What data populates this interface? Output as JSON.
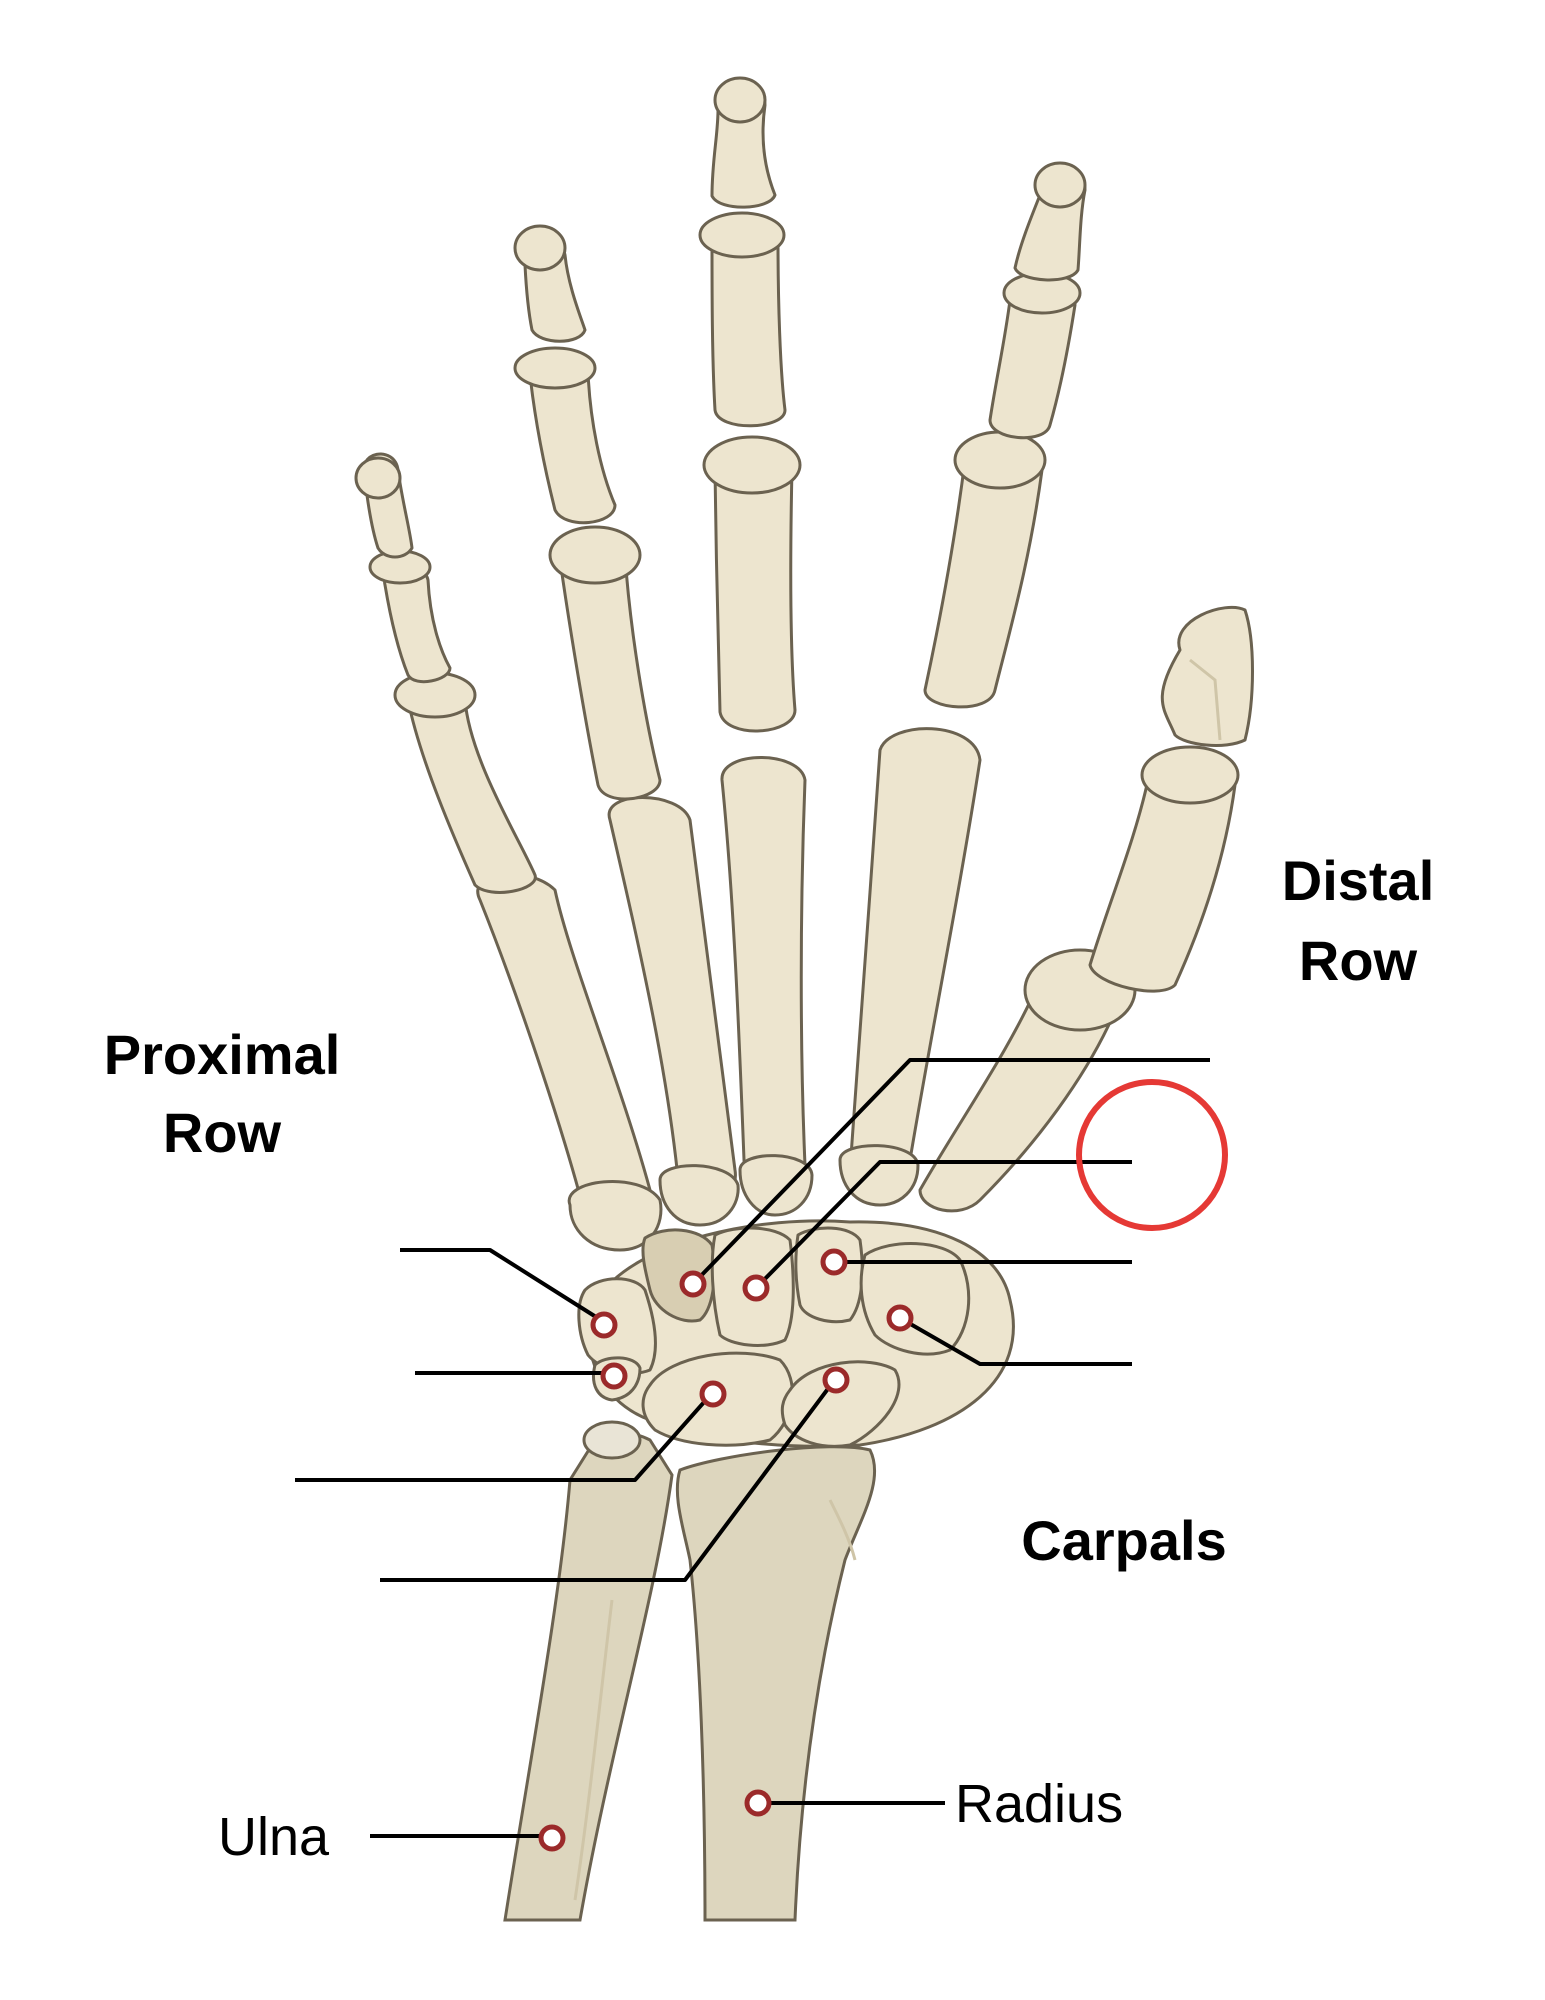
{
  "labels": {
    "distal_row_line1": "Distal",
    "distal_row_line2": "Row",
    "proximal_row_line1": "Proximal",
    "proximal_row_line2": "Row",
    "carpals": "Carpals",
    "ulna": "Ulna",
    "radius": "Radius"
  },
  "colors": {
    "bone": "#ede5cf",
    "bone_outline": "#6b6250",
    "marker_outline": "#9b2a2a",
    "highlight_circle": "#e53935",
    "leader_line": "#000000"
  }
}
